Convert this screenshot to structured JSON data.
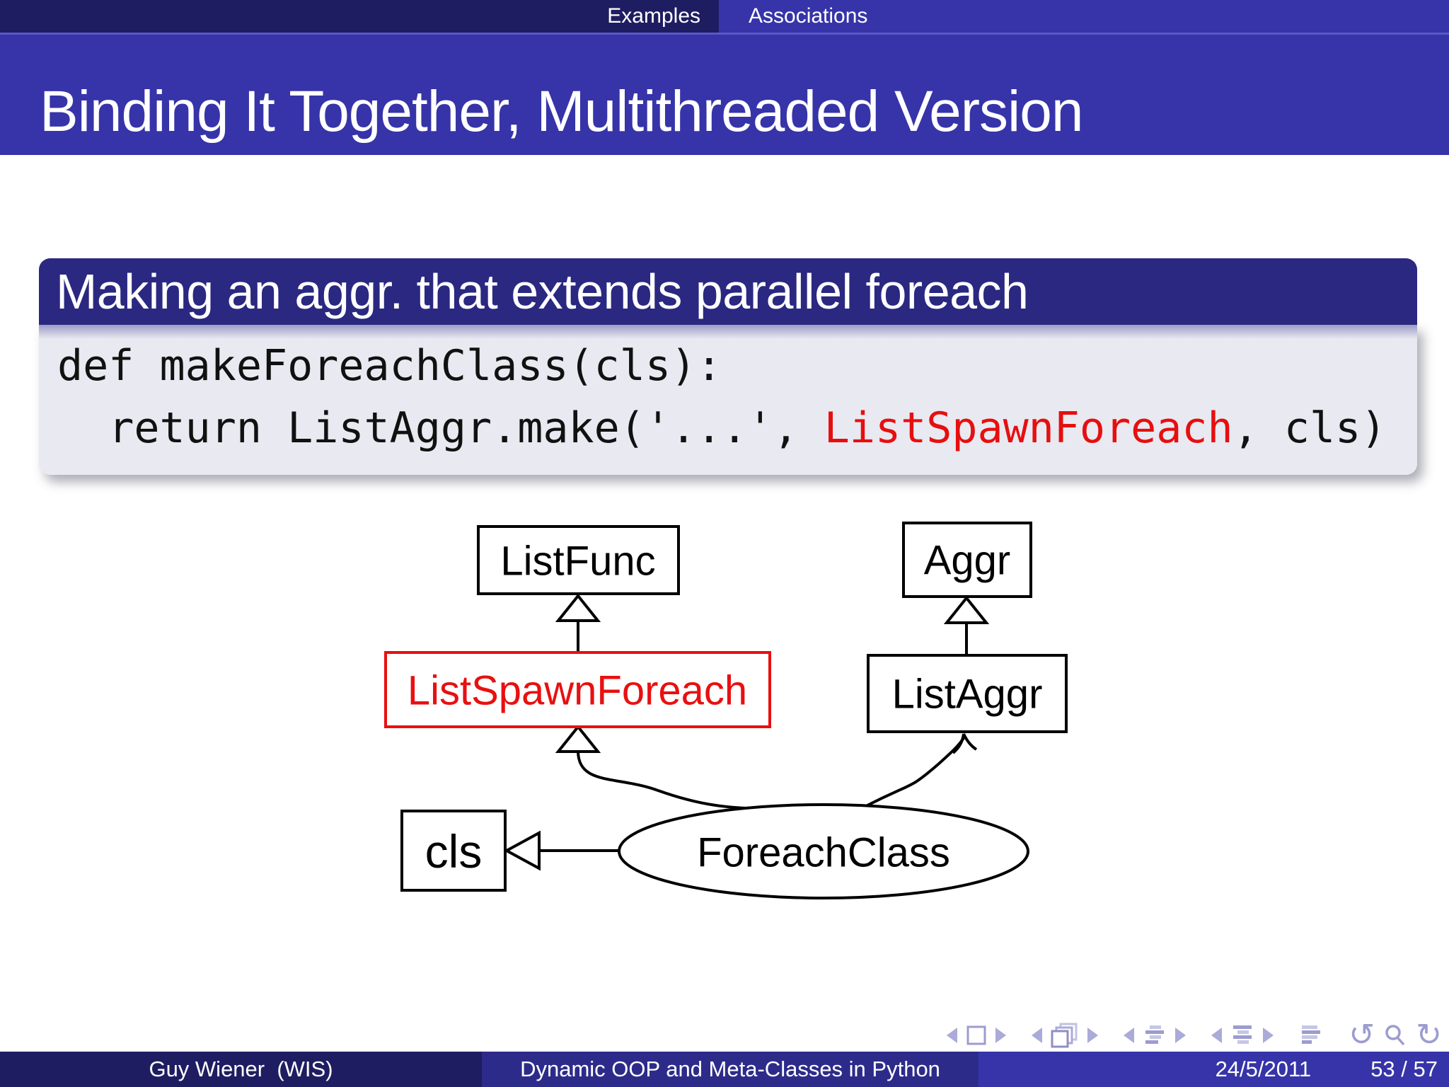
{
  "colors": {
    "primary_dark": "#1f1d61",
    "primary_mid": "#2d2b8a",
    "primary_light": "#3634a8",
    "block_header": "#2a2880",
    "block_body": "#e9e9f1",
    "highlight_red": "#e60f0f",
    "diagram_red": "#e81010",
    "nav_icon": "#9c9cd0"
  },
  "top_nav": {
    "sections": [
      {
        "label": "Examples",
        "active": false
      },
      {
        "label": "Associations",
        "active": true
      }
    ]
  },
  "slide": {
    "title": "Binding It Together, Multithreaded Version"
  },
  "block": {
    "title": "Making an aggr. that extends parallel foreach",
    "code": {
      "line1": "def makeForeachClass(cls):",
      "line2_prefix": "  return ListAggr.make('...', ",
      "line2_highlight": "ListSpawnForeach",
      "line2_suffix": ", cls)"
    }
  },
  "diagram": {
    "nodes": {
      "listfunc": "ListFunc",
      "aggr": "Aggr",
      "listspawnforeach": "ListSpawnForeach",
      "listaggr": "ListAggr",
      "cls": "cls",
      "foreachclass": "ForeachClass"
    }
  },
  "footer": {
    "author": "Guy Wiener  (WIS)",
    "presentation_title": "Dynamic OOP and Meta-Classes in Python",
    "date": "24/5/2011",
    "slide_number": "53 / 57"
  }
}
